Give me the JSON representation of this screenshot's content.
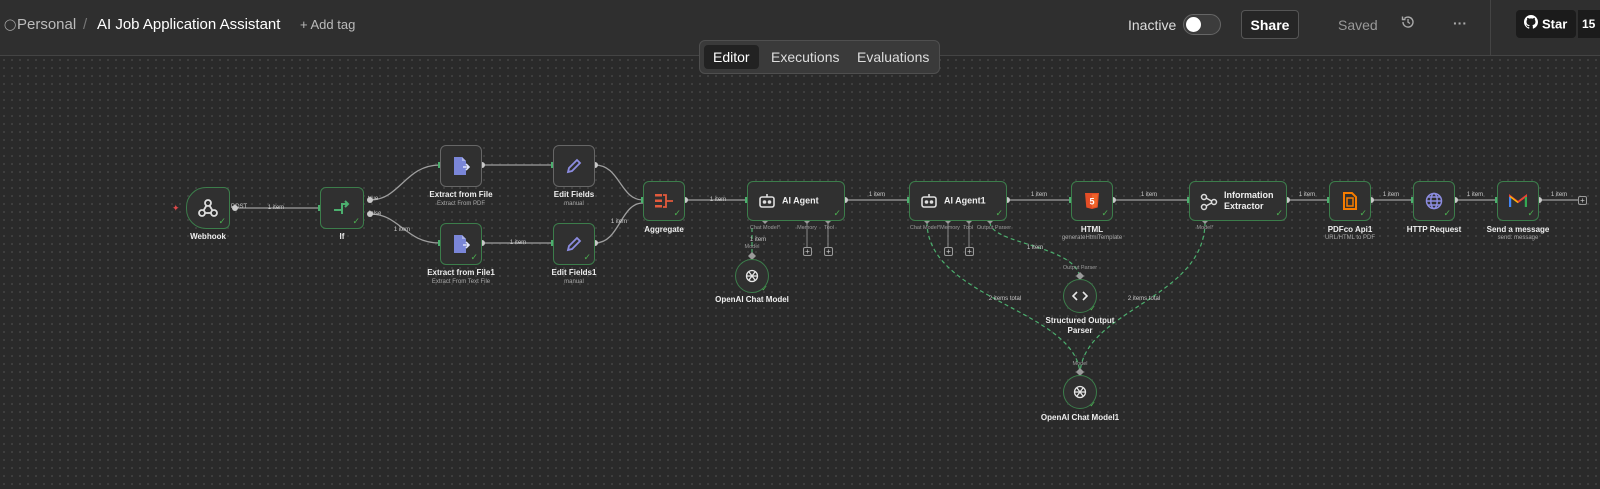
{
  "header": {
    "owner": "Personal",
    "separator": "/",
    "workflow_name": "AI Job Application Assistant",
    "add_tag": "+ Add tag",
    "status": "Inactive",
    "share": "Share",
    "saved": "Saved",
    "more": "···",
    "github_star": "Star",
    "star_count": "15"
  },
  "tabs": [
    {
      "label": "Editor",
      "active": true
    },
    {
      "label": "Executions",
      "active": false
    },
    {
      "label": "Evaluations",
      "active": false
    }
  ],
  "nodes": {
    "webhook": {
      "label": "Webhook",
      "output": "POST"
    },
    "if": {
      "label": "If",
      "true": "true",
      "false": "false"
    },
    "extract_file": {
      "label": "Extract from File",
      "sub": "Extract From PDF"
    },
    "extract_file1": {
      "label": "Extract from File1",
      "sub": "Extract From Text File"
    },
    "edit_fields": {
      "label": "Edit Fields",
      "sub": "manual"
    },
    "edit_fields1": {
      "label": "Edit Fields1",
      "sub": "manual"
    },
    "aggregate": {
      "label": "Aggregate"
    },
    "ai_agent": {
      "label": "AI Agent",
      "port_chat": "Chat Model*",
      "port_memory": "Memory",
      "port_tool": "Tool"
    },
    "openai_chat": {
      "label": "OpenAI Chat Model",
      "top_label": "Model"
    },
    "ai_agent1": {
      "label": "AI Agent1",
      "port_chat": "Chat Model*",
      "port_memory": "Memory",
      "port_tool": "Tool",
      "port_parser": "Output Parser"
    },
    "html": {
      "label": "HTML",
      "sub": "generateHtmlTemplate"
    },
    "info_extractor": {
      "label": "Information Extractor",
      "line1": "Information",
      "line2": "Extractor",
      "port_model": "Model*"
    },
    "pdfco": {
      "label": "PDFco Api1",
      "sub": "URL/HTML to PDF"
    },
    "http": {
      "label": "HTTP Request"
    },
    "gmail": {
      "label": "Send a message",
      "sub": "send: message"
    },
    "parser": {
      "label": "Structured Output Parser",
      "line1": "Structured Output",
      "line2": "Parser",
      "top_label": "Output Parser"
    },
    "openai_chat1": {
      "label": "OpenAI Chat Model1",
      "top_label": "Model"
    }
  },
  "edge_labels": {
    "one_item": "1 item",
    "two_items_total": "2 items total"
  },
  "colors": {
    "accent_green": "#3c7d4b",
    "edge": "#9e9e9e",
    "ai_edge": "#4caf6e",
    "gmail_red": "#ea4335",
    "pdf_orange": "#f57c00",
    "html_orange": "#e44d26",
    "extractor_purple": "#8c8ce0"
  }
}
